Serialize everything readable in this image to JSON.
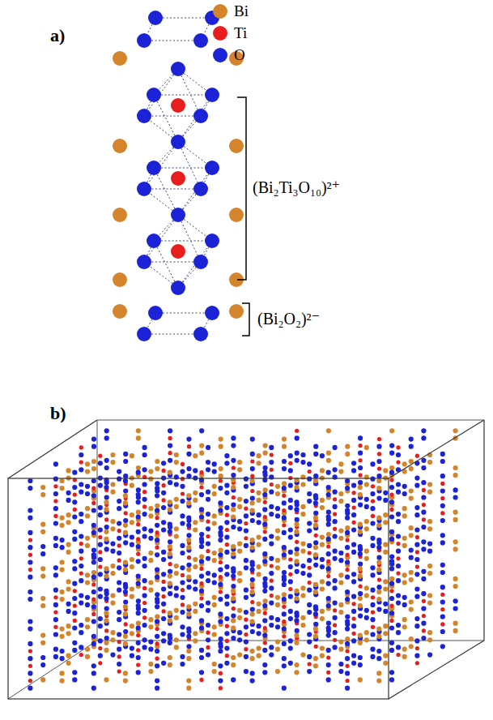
{
  "diagram": {
    "labels": [
      "a)",
      "(Bi₂Ti₃O₁₀)²⁺",
      "(Bi₂O₂)²⁻",
      "b)"
    ],
    "legend": [
      {
        "text": "Bi",
        "color": "#d4852c"
      },
      {
        "text": "Ti",
        "color": "#e81e1e"
      },
      {
        "text": "O",
        "color": "#1c22d6"
      }
    ]
  }
}
